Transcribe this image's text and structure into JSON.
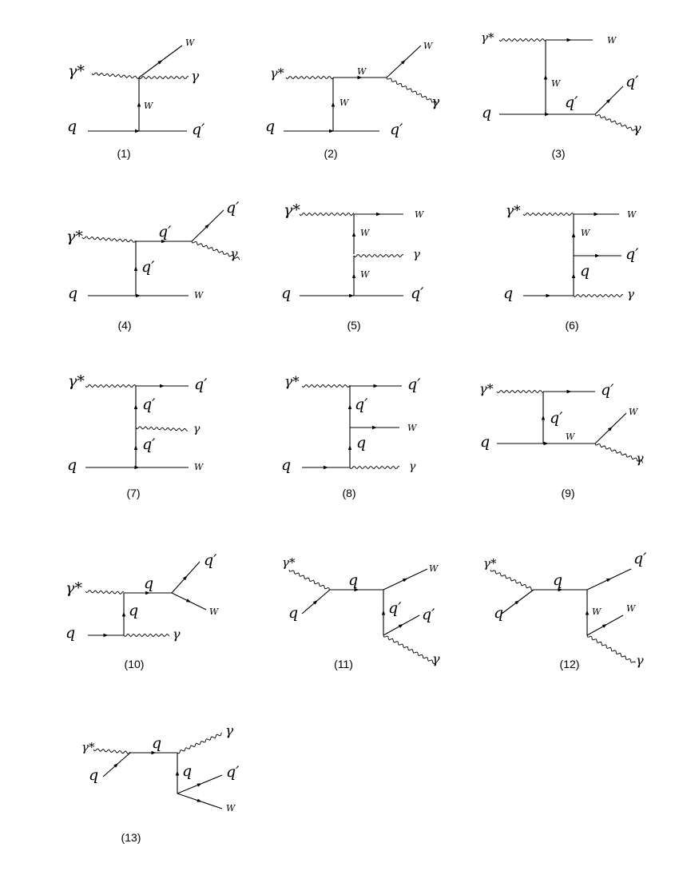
{
  "diagrams": [
    {
      "caption": "(1)",
      "labels": [
        "γ*",
        "W",
        "γ",
        "W",
        "q",
        "q′"
      ]
    },
    {
      "caption": "(2)",
      "labels": [
        "γ*",
        "W",
        "W",
        "γ",
        "W",
        "q",
        "q′"
      ]
    },
    {
      "caption": "(3)",
      "labels": [
        "γ*",
        "W",
        "W",
        "q",
        "q′",
        "q′",
        "γ"
      ]
    },
    {
      "caption": "(4)",
      "labels": [
        "γ*",
        "q′",
        "q′",
        "γ",
        "q′",
        "q",
        "W"
      ]
    },
    {
      "caption": "(5)",
      "labels": [
        "γ*",
        "W",
        "W",
        "γ",
        "W",
        "q",
        "q′"
      ]
    },
    {
      "caption": "(6)",
      "labels": [
        "γ*",
        "W",
        "W",
        "q′",
        "q",
        "q",
        "γ"
      ]
    },
    {
      "caption": "(7)",
      "labels": [
        "γ*",
        "q′",
        "q′",
        "γ",
        "q′",
        "q",
        "W"
      ]
    },
    {
      "caption": "(8)",
      "labels": [
        "γ*",
        "q′",
        "q′",
        "W",
        "q",
        "q",
        "γ"
      ]
    },
    {
      "caption": "(9)",
      "labels": [
        "γ*",
        "q′",
        "q′",
        "q",
        "W",
        "W",
        "γ"
      ]
    },
    {
      "caption": "(10)",
      "labels": [
        "γ*",
        "q",
        "q′",
        "W",
        "q",
        "q",
        "γ"
      ]
    },
    {
      "caption": "(11)",
      "labels": [
        "γ*",
        "q",
        "q",
        "W",
        "q′",
        "q′",
        "γ"
      ]
    },
    {
      "caption": "(12)",
      "labels": [
        "γ*",
        "q",
        "q",
        "q′",
        "W",
        "W",
        "γ"
      ]
    },
    {
      "caption": "(13)",
      "labels": [
        "γ*",
        "q",
        "q",
        "γ",
        "q",
        "q′",
        "W"
      ]
    }
  ]
}
